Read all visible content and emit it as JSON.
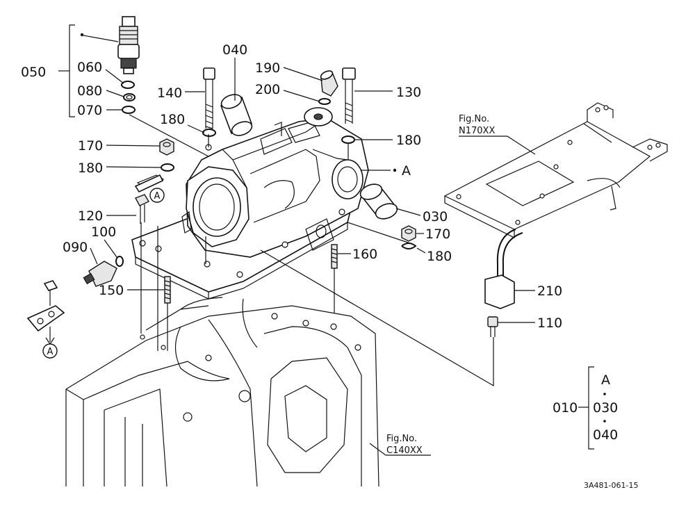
{
  "callouts": {
    "c050": "050",
    "c060": "060",
    "c080": "080",
    "c070": "070",
    "c040": "040",
    "c190": "190",
    "c200": "200",
    "c140": "140",
    "c130": "130",
    "c180a": "180",
    "c180b": "180",
    "c180c": "180",
    "c180d": "180",
    "c170a": "170",
    "c170b": "170",
    "cA": "A",
    "c120": "120",
    "c100": "100",
    "c090": "090",
    "c150": "150",
    "c160": "160",
    "c030": "030",
    "c210": "210",
    "c110": "110"
  },
  "ref_markers": {
    "a1": "A",
    "a2": "A"
  },
  "fig_refs": {
    "n_label": "Fig.No.",
    "n_value": "N170XX",
    "c_label": "Fig.No.",
    "c_value": "C140XX"
  },
  "legend": {
    "prefix": "010",
    "items": [
      "A",
      "030",
      "040"
    ]
  },
  "drawing_code": "3A481-061-15"
}
